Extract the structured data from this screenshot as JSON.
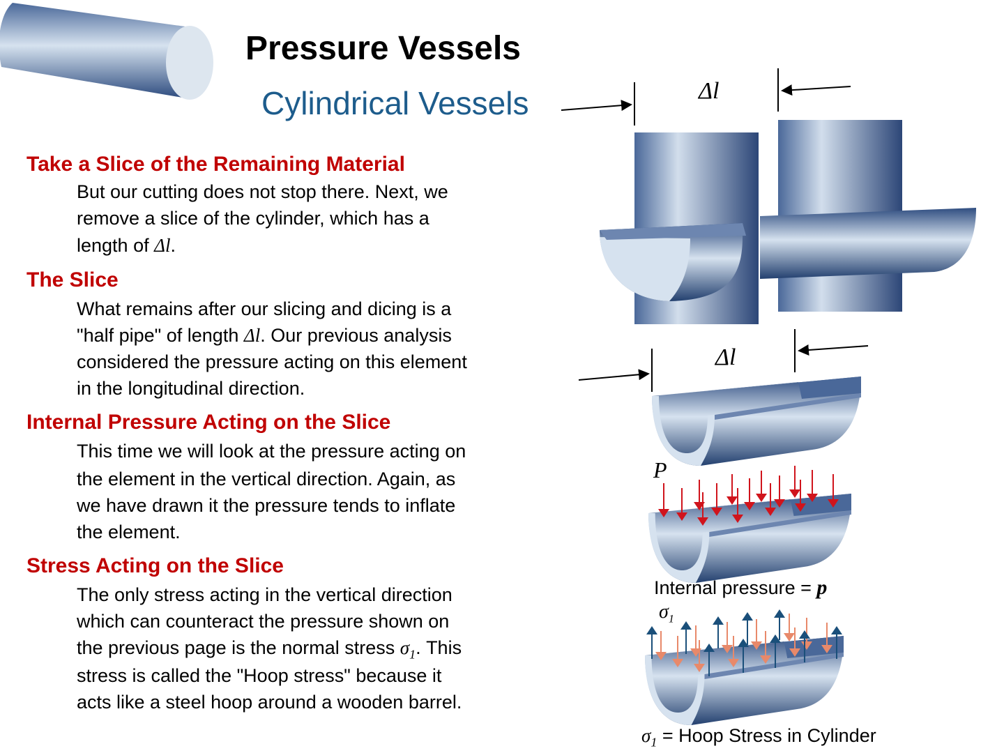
{
  "title": "Pressure Vessels",
  "subtitle": "Cylindrical Vessels",
  "sections": [
    {
      "heading": "Take a Slice of the Remaining Material",
      "lines": [
        "But our cutting does not stop there. Next, we",
        "remove a slice of the cylinder, which has a",
        "length of "
      ],
      "math": "Δl",
      "after": "."
    },
    {
      "heading": "The Slice",
      "lines": [
        "What remains after our slicing and dicing is a",
        "\"half pipe\" of length ",
        ". Our previous analysis",
        "considered the pressure acting on this element",
        "in the longitudinal direction."
      ],
      "math": "Δl"
    },
    {
      "heading": "Internal Pressure Acting on the Slice",
      "lines": [
        "This time we will look at the pressure acting on",
        "the element in the vertical direction. Again, as",
        "we have drawn it the pressure tends to inflate",
        "the element."
      ]
    },
    {
      "heading": "Stress Acting on the Slice",
      "lines": [
        "The only stress acting in the vertical direction",
        "which can counteract the pressure shown on",
        "the previous page is the normal stress ",
        ". This",
        "stress is called the \"Hoop stress\" because it",
        "acts like a steel hoop around a wooden barrel."
      ],
      "math": "σ",
      "sub": "1"
    }
  ],
  "figure": {
    "delta_l": "Δl",
    "p_label": "P",
    "sigma": "σ",
    "sigma_sub": "1",
    "caption_pressure": "Internal pressure = ",
    "caption_pressure_var": "p",
    "caption_hoop": " = Hoop Stress in Cylinder"
  },
  "colors": {
    "heading": "#c00000",
    "subtitle": "#1d5c8c",
    "steel": "#4a6899",
    "pressure_arrow": "#d0141c",
    "stress_arrow": "#1a4f7a"
  }
}
